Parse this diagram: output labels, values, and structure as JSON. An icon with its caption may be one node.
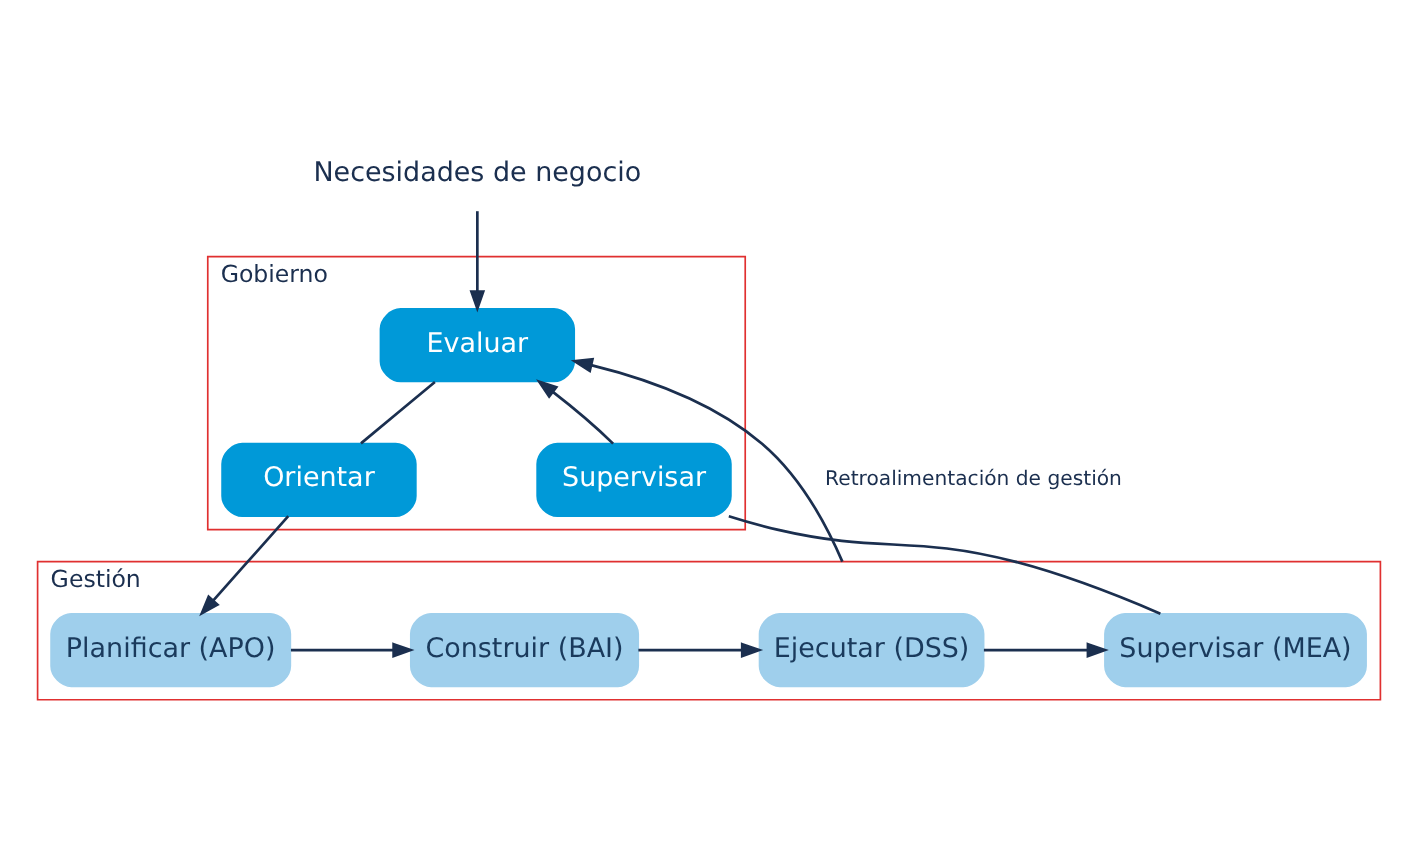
{
  "diagram": {
    "nodes": [
      {
        "text": [
          "Necesidades de negocio"
        ]
      },
      {
        "text": [
          "Gobierno"
        ]
      },
      {
        "text": [
          "Evaluar"
        ],
        "in": 1
      },
      {
        "text": [
          "Orientar"
        ],
        "in": 1
      },
      {
        "text": [
          "Supervisar"
        ],
        "in": 1
      },
      {
        "text": [
          "Gestión"
        ]
      },
      {
        "text": [
          "Planificar (APO)"
        ],
        "in": 5
      },
      {
        "text": [
          "Construir (BAI)"
        ],
        "in": 5
      },
      {
        "text": [
          "Ejecutar (DSS)"
        ],
        "in": 5
      },
      {
        "text": [
          "Supervisar (MEA)"
        ],
        "in": 5
      }
    ],
    "edges": [
      {
        "from": 0,
        "to": 2,
        "arrow": "to"
      },
      {
        "from": 2,
        "to": 3,
        "arrow": "none"
      },
      {
        "from": 3,
        "to": 6,
        "arrow": "to"
      },
      {
        "from": 6,
        "to": 7,
        "arrow": "to"
      },
      {
        "from": 7,
        "to": 8,
        "arrow": "to"
      },
      {
        "from": 8,
        "to": 9,
        "arrow": "to"
      },
      {
        "from": 9,
        "to": 4,
        "arrow": "none"
      },
      {
        "from": 4,
        "to": 2,
        "arrow": "to"
      },
      {
        "from": 5,
        "to": 2,
        "arrow": "to",
        "label": "Retroalimentación de gestión"
      }
    ]
  }
}
